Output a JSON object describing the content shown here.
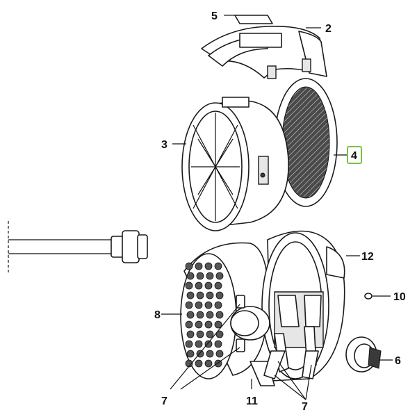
{
  "callouts": {
    "c2": "2",
    "c3": "3",
    "c4": "4",
    "c5": "5",
    "c6": "6",
    "c7a": "7",
    "c7b": "7",
    "c8": "8",
    "c10": "10",
    "c11": "11",
    "c12": "12"
  },
  "colors": {
    "highlight": "#7cc242",
    "line": "#111111",
    "fill": "#ffffff"
  }
}
